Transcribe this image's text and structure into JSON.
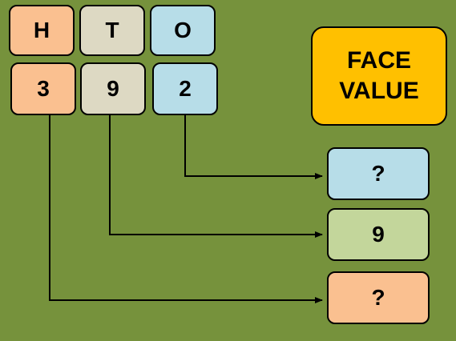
{
  "title": {
    "line1": "FACE",
    "line2": "VALUE"
  },
  "headers": [
    "H",
    "T",
    "O"
  ],
  "digits": [
    "3",
    "9",
    "2"
  ],
  "answers": [
    "?",
    "9",
    "?"
  ],
  "colors": {
    "background": "#76923c",
    "hundreds": "#fac090",
    "tens": "#ddd9c3",
    "ones": "#b7dde8",
    "tens_answer": "#c3d69b",
    "title": "#ffc000"
  }
}
